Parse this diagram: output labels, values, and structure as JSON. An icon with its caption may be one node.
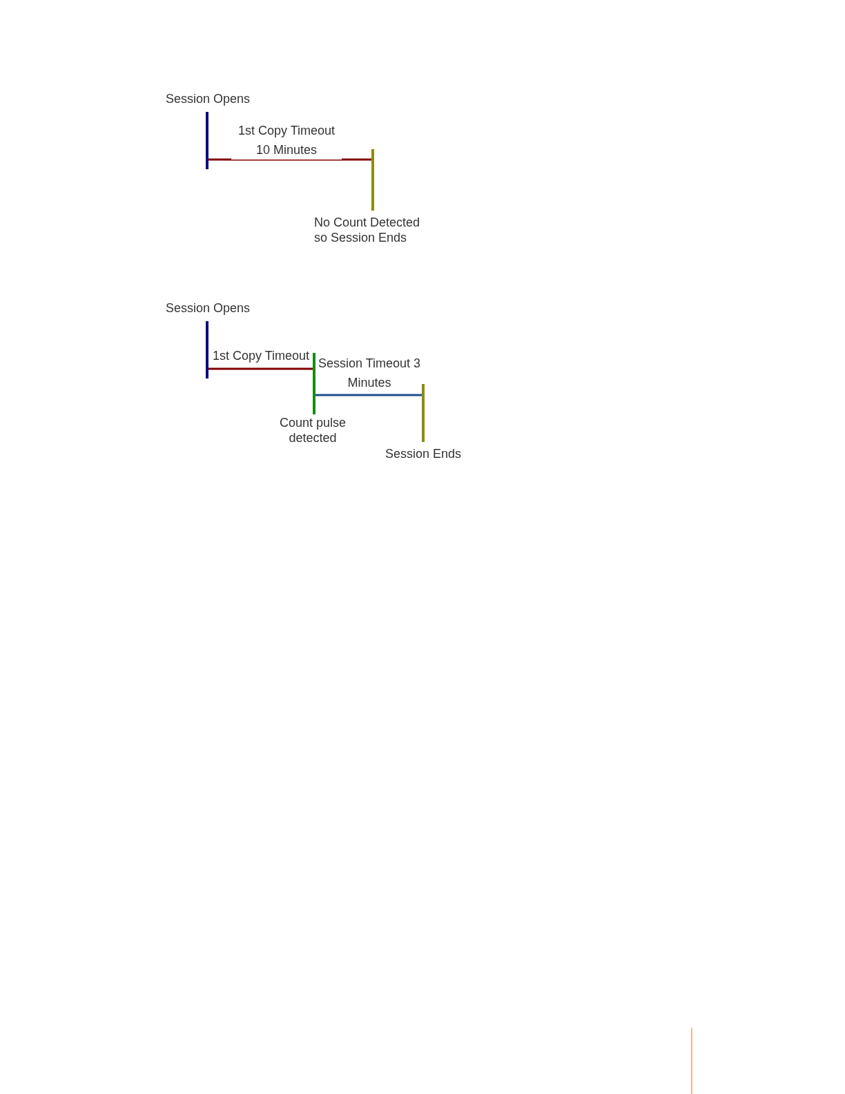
{
  "diagram": {
    "nodes": [
      {
        "text": [],
        "shape": "bar",
        "beside": [
          "Session Opens"
        ]
      },
      {
        "text": [],
        "shape": "bar",
        "beside": [
          "No Count Detected so Session Ends"
        ]
      },
      {
        "text": [],
        "shape": "bar",
        "beside": [
          "Session Opens"
        ]
      },
      {
        "text": [],
        "shape": "bar",
        "beside": [
          "Count pulse detected"
        ]
      },
      {
        "text": [],
        "shape": "bar",
        "beside": [
          "Session Ends"
        ]
      }
    ],
    "edges": [
      {
        "from": 0,
        "to": 1,
        "arrow": "none",
        "label": "1st Copy Timeout 10 Minutes"
      },
      {
        "from": 2,
        "to": 3,
        "arrow": "none",
        "label": "1st Copy Timeout"
      },
      {
        "from": 3,
        "to": 4,
        "arrow": "none",
        "label": "Session Timeout 3 Minutes",
        "color": "#1f4e8c"
      }
    ]
  }
}
